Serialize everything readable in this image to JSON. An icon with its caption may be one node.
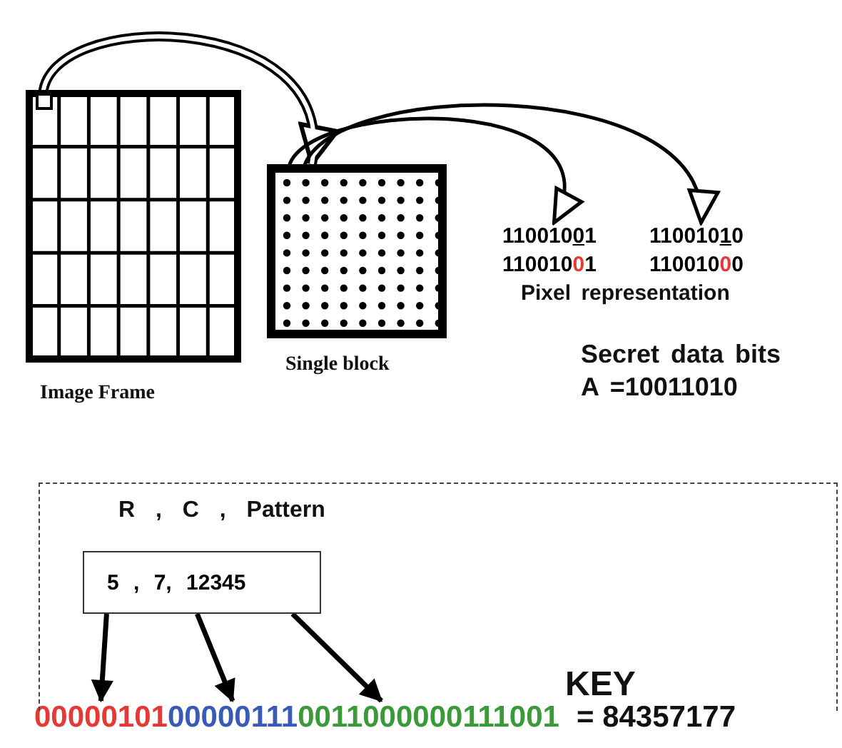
{
  "diagram": {
    "nodes": [
      {
        "text": [],
        "shape": "picture",
        "beside": [
          "Image Frame"
        ]
      },
      {
        "text": [],
        "shape": "picture",
        "beside": [
          "Single block"
        ]
      },
      {
        "text": [
          "11001001",
          "11001001"
        ]
      },
      {
        "text": [
          "11001010",
          "11001000"
        ]
      },
      {
        "text": [
          "R , C , Pattern",
          "KEY"
        ]
      },
      {
        "text": [
          "5 , 7, 12345"
        ],
        "in": 4
      },
      {
        "text": [
          "00000101"
        ]
      },
      {
        "text": [
          "00000111"
        ]
      },
      {
        "text": [
          "0011000000111001"
        ]
      }
    ],
    "edges": [
      {
        "from": 0,
        "to": 1,
        "arrow": "to",
        "style": "thick"
      },
      {
        "from": 1,
        "to": 2,
        "arrow": "to"
      },
      {
        "from": 1,
        "to": 3,
        "arrow": "to"
      },
      {
        "from": 5,
        "to": 6,
        "arrow": "to"
      },
      {
        "from": 5,
        "to": 7,
        "arrow": "to"
      },
      {
        "from": 5,
        "to": 8,
        "arrow": "to"
      }
    ],
    "labels": [
      "Pixel representation",
      "Secret data bits",
      "A =10011010",
      "= 84357177"
    ]
  }
}
